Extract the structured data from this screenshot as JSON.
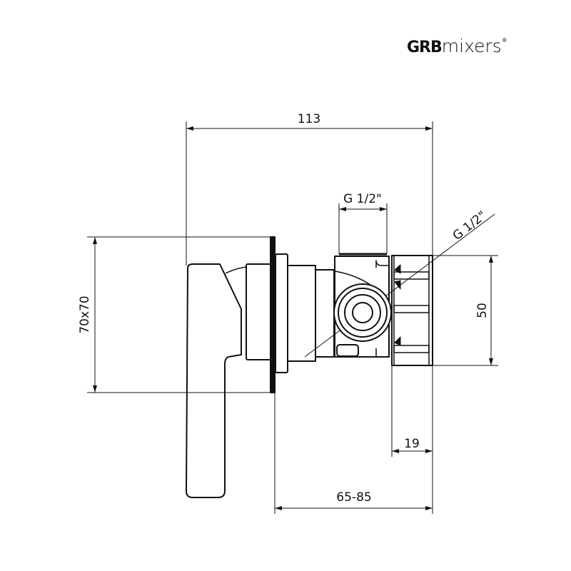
{
  "brand": {
    "name_bold": "GRB",
    "name_light": "mixers",
    "mark": "®"
  },
  "dimensions": {
    "overall_length": "113",
    "inlet_top": "G 1/2\"",
    "inlet_diagonal": "G 1/2\"",
    "plate_size": "70x70",
    "body_height": "50",
    "body_depth": "19",
    "installation_depth": "65-85"
  }
}
